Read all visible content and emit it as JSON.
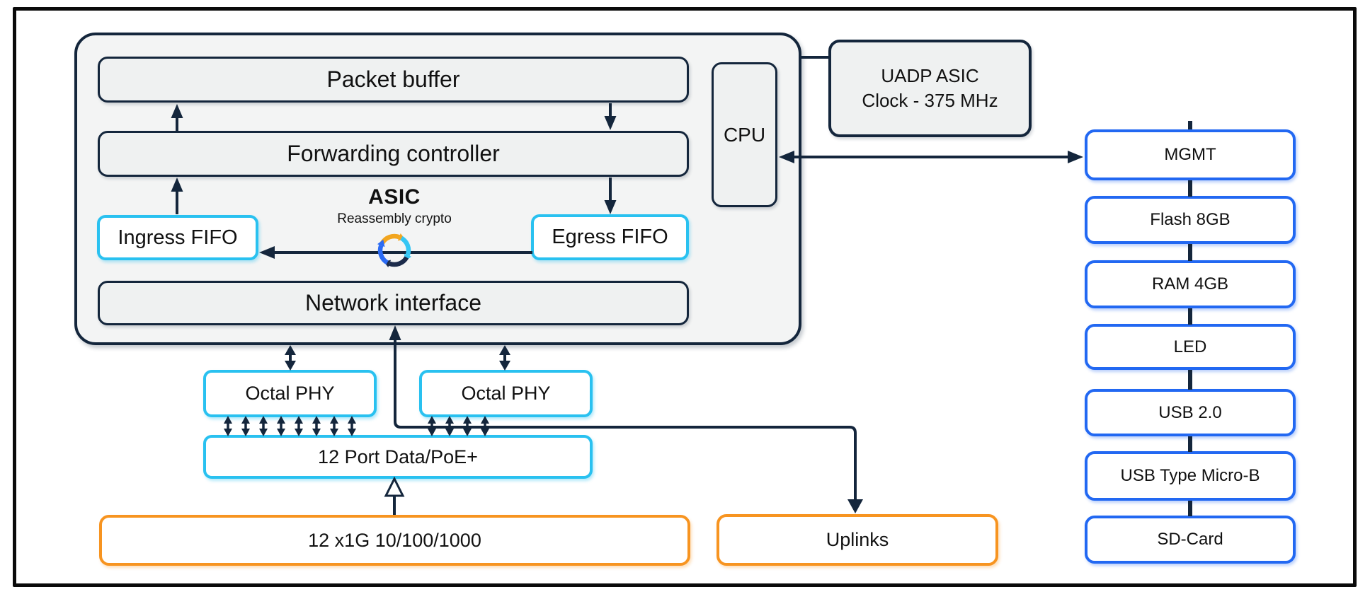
{
  "asic": {
    "label": "ASIC",
    "sublabel": "Reassembly crypto",
    "packet_buffer": "Packet buffer",
    "forwarding_controller": "Forwarding controller",
    "ingress_fifo": "Ingress FIFO",
    "egress_fifo": "Egress FIFO",
    "network_interface": "Network interface",
    "cpu": "CPU"
  },
  "clock_box": {
    "line1": "UADP ASIC",
    "line2": "Clock - 375 MHz"
  },
  "phy": {
    "left": "Octal PHY",
    "right": "Octal PHY"
  },
  "port_block": "12 Port Data/PoE+",
  "downlinks": "12 x1G 10/100/1000",
  "uplinks": "Uplinks",
  "peripherals": [
    "MGMT",
    "Flash 8GB",
    "RAM 4GB",
    "LED",
    "USB 2.0",
    "USB Type Micro-B",
    "SD-Card"
  ],
  "icons": [
    "sync-arrows-icon"
  ],
  "colors": {
    "line_navy": "#14263c",
    "accent_cyan": "#29c1f0",
    "accent_blue": "#2268f2",
    "accent_orange": "#f79420",
    "icon_orange": "#f2a51e",
    "icon_cyan": "#35c6f4",
    "icon_blue": "#2b6bf3",
    "icon_navy": "#1b2b4a"
  }
}
